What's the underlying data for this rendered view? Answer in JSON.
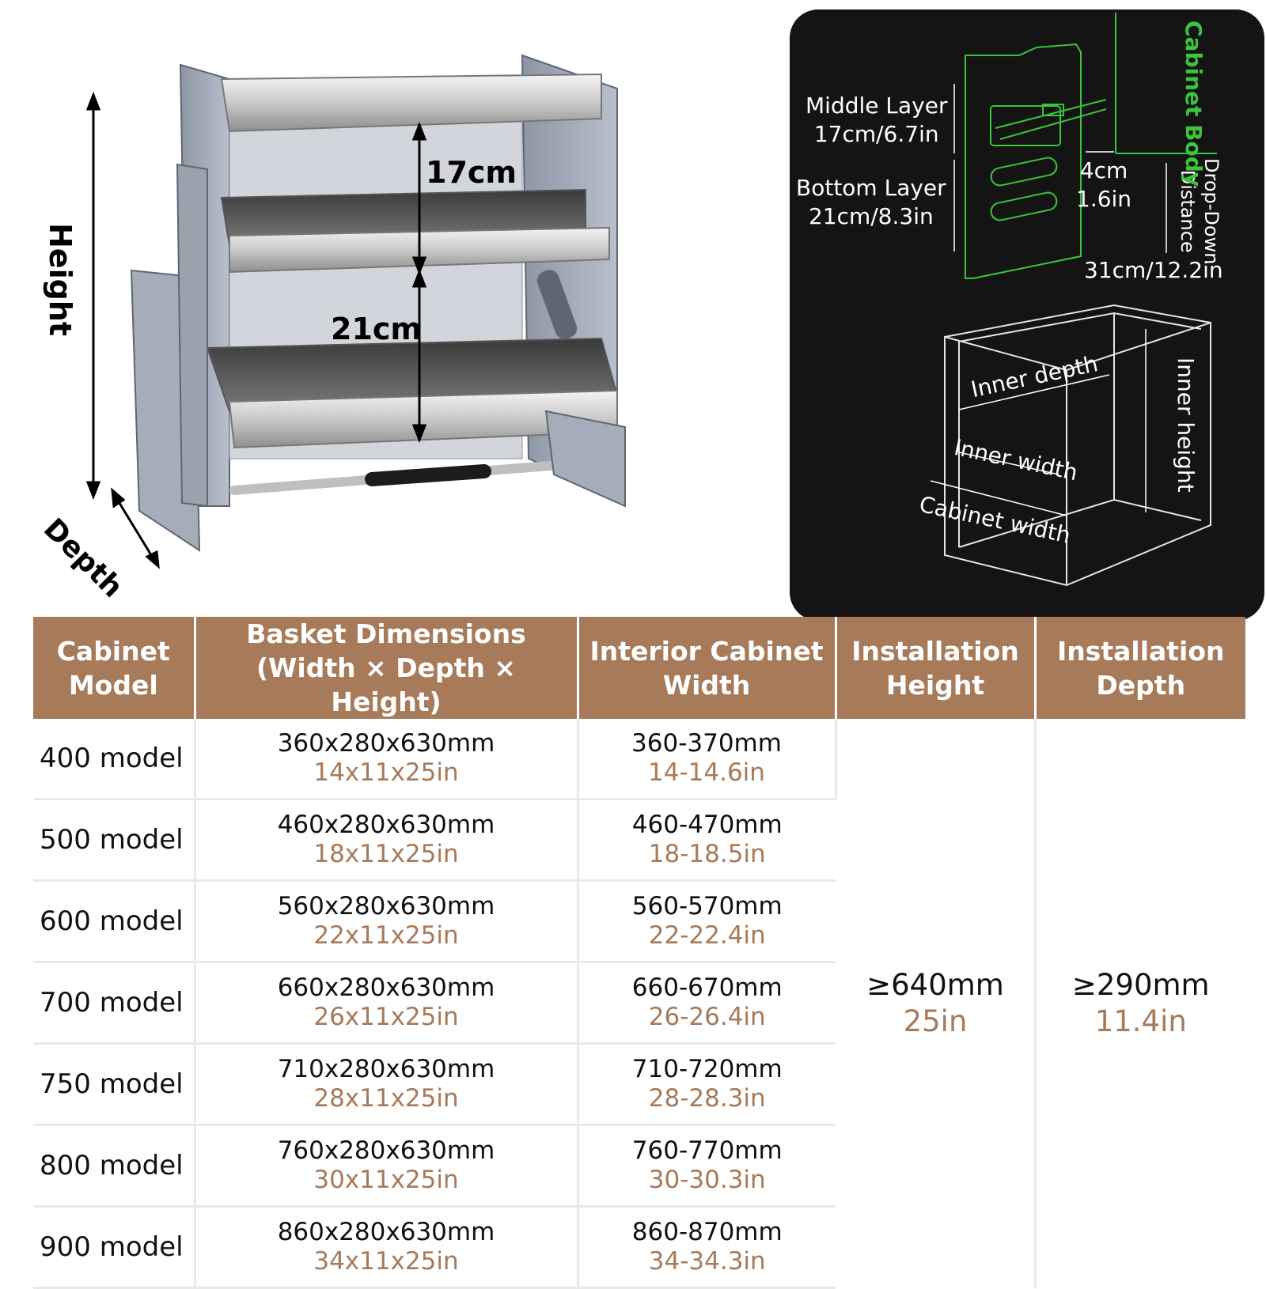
{
  "diagram": {
    "top_label": "17cm",
    "bottom_label": "21cm",
    "height_label": "Height",
    "depth_label": "Depth"
  },
  "panel": {
    "middle_layer_title": "Middle Layer",
    "middle_layer_value": "17cm/6.7in",
    "bottom_layer_title": "Bottom Layer",
    "bottom_layer_value": "21cm/8.3in",
    "gap_cm": "4cm",
    "gap_in": "1.6in",
    "drop_down_line1": "Drop-Down",
    "drop_down_line2": "Distance",
    "drop_down_value": "31cm/12.2in",
    "cabinet_body": "Cabinet Body",
    "inner_depth": "Inner depth",
    "inner_width": "Inner width",
    "cabinet_width": "Cabinet width",
    "inner_height": "Inner height",
    "accent_green": "#3cc43c"
  },
  "table": {
    "headers": [
      [
        "Cabinet",
        "Model"
      ],
      [
        "Basket Dimensions",
        "(Width × Depth × Height)"
      ],
      [
        "Interior Cabinet",
        "Width"
      ],
      [
        "Installation",
        "Height"
      ],
      [
        "Installation",
        "Depth"
      ]
    ],
    "rows": [
      {
        "model": "400 model",
        "basket_mm": "360x280x630mm",
        "basket_in": "14x11x25in",
        "width_mm": "360-370mm",
        "width_in": "14-14.6in"
      },
      {
        "model": "500 model",
        "basket_mm": "460x280x630mm",
        "basket_in": "18x11x25in",
        "width_mm": "460-470mm",
        "width_in": "18-18.5in"
      },
      {
        "model": "600 model",
        "basket_mm": "560x280x630mm",
        "basket_in": "22x11x25in",
        "width_mm": "560-570mm",
        "width_in": "22-22.4in"
      },
      {
        "model": "700 model",
        "basket_mm": "660x280x630mm",
        "basket_in": "26x11x25in",
        "width_mm": "660-670mm",
        "width_in": "26-26.4in"
      },
      {
        "model": "750 model",
        "basket_mm": "710x280x630mm",
        "basket_in": "28x11x25in",
        "width_mm": "710-720mm",
        "width_in": "28-28.3in"
      },
      {
        "model": "800 model",
        "basket_mm": "760x280x630mm",
        "basket_in": "30x11x25in",
        "width_mm": "760-770mm",
        "width_in": "30-30.3in"
      },
      {
        "model": "900 model",
        "basket_mm": "860x280x630mm",
        "basket_in": "34x11x25in",
        "width_mm": "860-870mm",
        "width_in": "34-34.3in"
      }
    ],
    "install_height_mm": "≥640mm",
    "install_height_in": "25in",
    "install_depth_mm": "≥290mm",
    "install_depth_in": "11.4in",
    "header_color": "#a77a59",
    "inch_color": "#a77a59"
  }
}
